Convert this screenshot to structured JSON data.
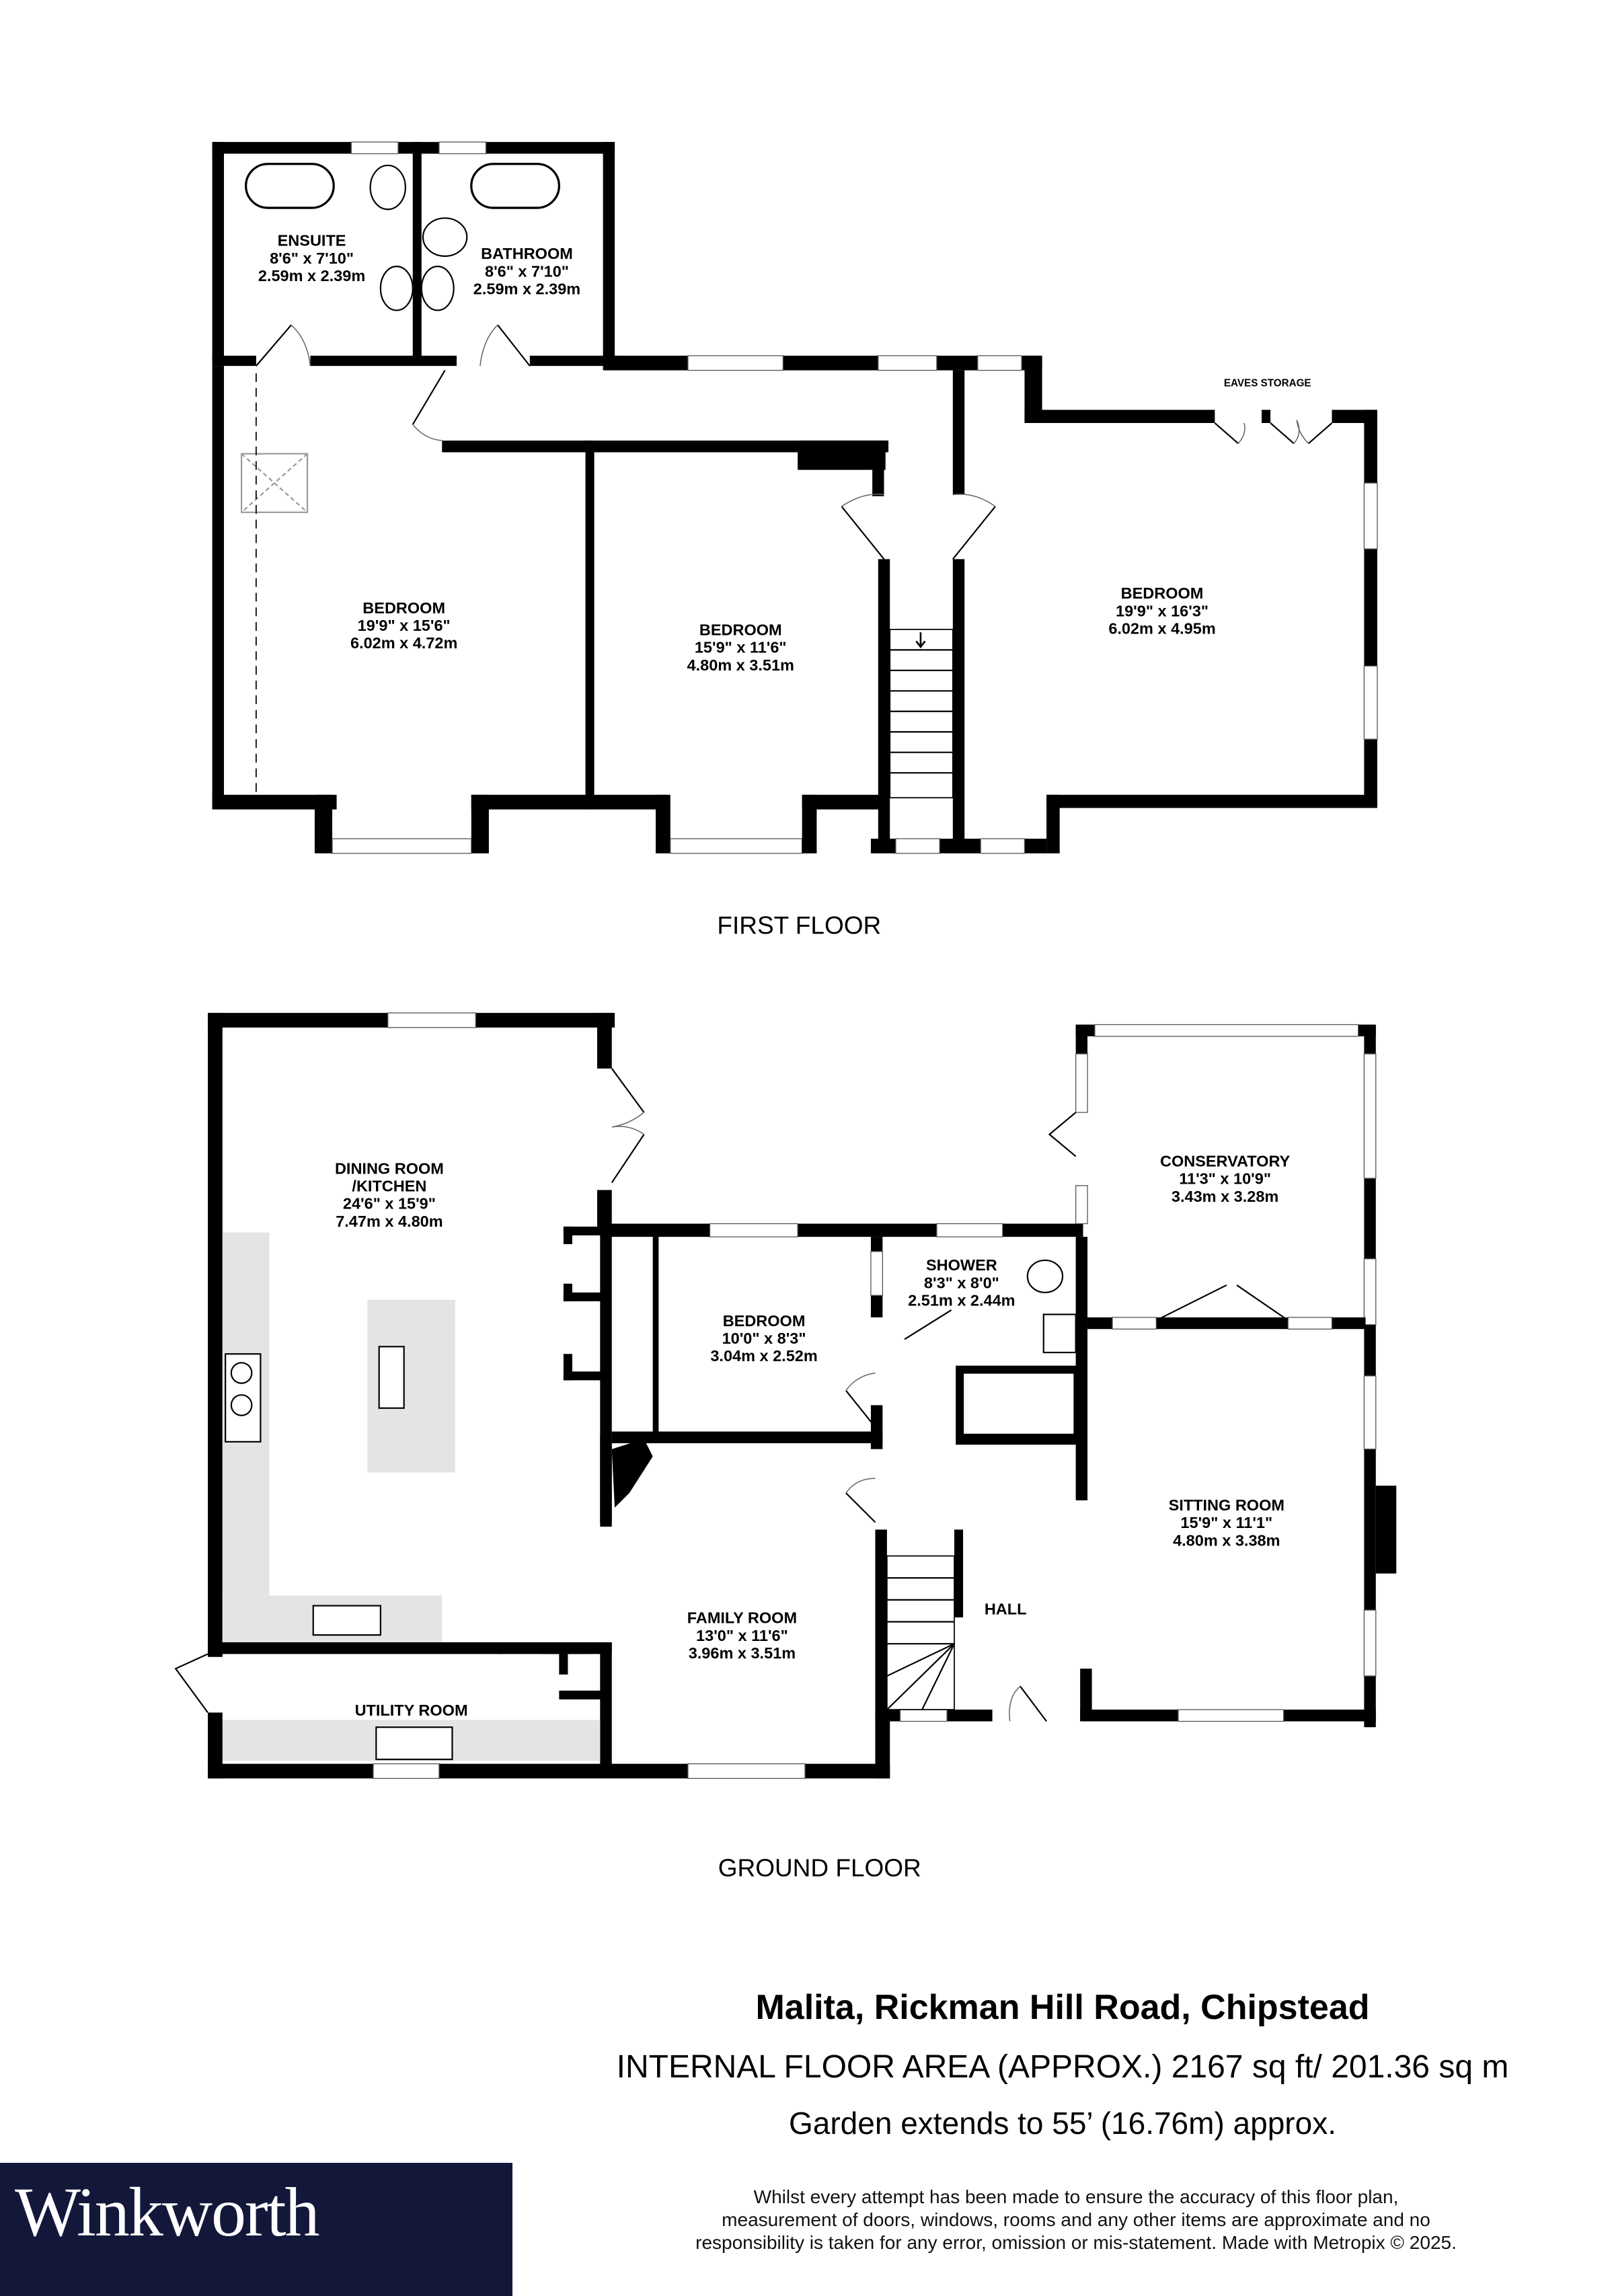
{
  "first_floor": {
    "title": "FIRST FLOOR",
    "rooms": [
      {
        "name": "ENSUITE",
        "imperial": "8'6\"  x 7'10\"",
        "metric": "2.59m  x 2.39m"
      },
      {
        "name": "BATHROOM",
        "imperial": "8'6\"  x 7'10\"",
        "metric": "2.59m  x 2.39m"
      },
      {
        "name": "BEDROOM",
        "imperial": "19'9\"  x 15'6\"",
        "metric": "6.02m  x 4.72m"
      },
      {
        "name": "BEDROOM",
        "imperial": "15'9\"  x 11'6\"",
        "metric": "4.80m  x 3.51m"
      },
      {
        "name": "BEDROOM",
        "imperial": "19'9\"  x 16'3\"",
        "metric": "6.02m  x 4.95m"
      }
    ],
    "annotations": {
      "eaves": "EAVES STORAGE"
    }
  },
  "ground_floor": {
    "title": "GROUND FLOOR",
    "rooms": [
      {
        "name": "DINING ROOM",
        "name2": "/KITCHEN",
        "imperial": "24'6\"  x 15'9\"",
        "metric": "7.47m  x 4.80m"
      },
      {
        "name": "CONSERVATORY",
        "imperial": "11'3\"  x 10'9\"",
        "metric": "3.43m  x 3.28m"
      },
      {
        "name": "SHOWER",
        "imperial": "8'3\"  x 8'0\"",
        "metric": "2.51m  x 2.44m"
      },
      {
        "name": "BEDROOM",
        "imperial": "10'0\"  x 8'3\"",
        "metric": "3.04m  x 2.52m"
      },
      {
        "name": "SITTING ROOM",
        "imperial": "15'9\"  x 11'1\"",
        "metric": "4.80m  x 3.38m"
      },
      {
        "name": "FAMILY ROOM",
        "imperial": "13'0\"  x 11'6\"",
        "metric": "3.96m  x 3.51m"
      },
      {
        "name": "HALL"
      },
      {
        "name": "UTILITY ROOM"
      }
    ]
  },
  "property": {
    "address": "Malita, Rickman Hill Road, Chipstead",
    "floor_area": "INTERNAL FLOOR AREA (APPROX.) 2167 sq ft/ 201.36 sq m",
    "garden": "Garden extends to 55’ (16.76m) approx."
  },
  "branding": {
    "logo": "Winkworth",
    "logo_bg": "#13183b",
    "disclaimer_lines": [
      "Whilst every attempt has been made to ensure the accuracy of this floor plan,",
      "measurement of doors, windows, rooms and any other items are approximate and no",
      "responsibility is taken for any error, omission or mis-statement. Made with Metropix © 2025."
    ]
  }
}
